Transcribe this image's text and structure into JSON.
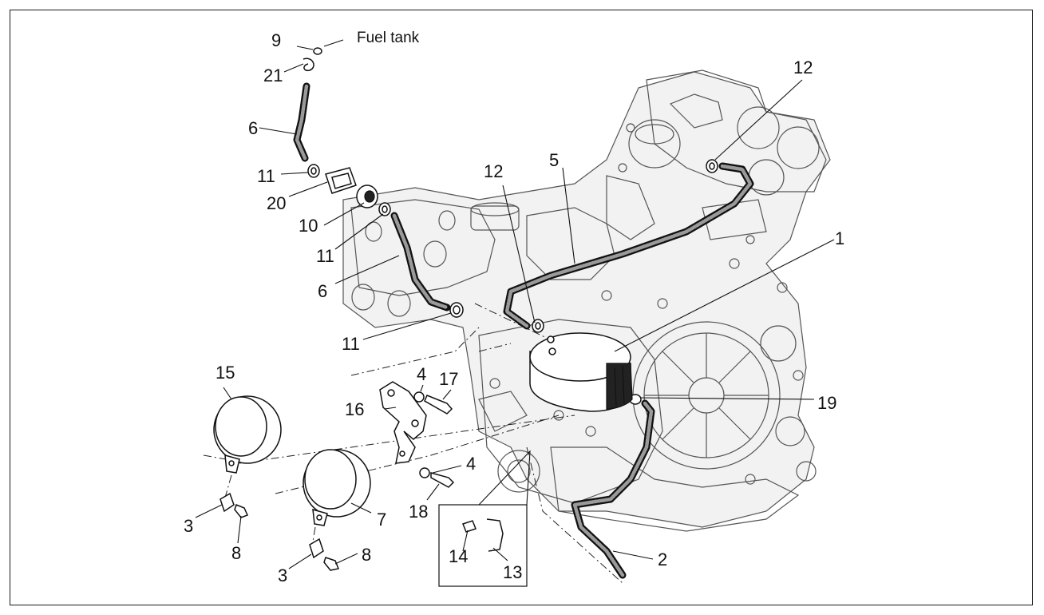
{
  "diagram": {
    "annotation": "Fuel tank",
    "callouts": {
      "c1": "1",
      "c2": "2",
      "c3a": "3",
      "c3b": "3",
      "c4a": "4",
      "c4b": "4",
      "c5": "5",
      "c6a": "6",
      "c6b": "6",
      "c7": "7",
      "c8a": "8",
      "c8b": "8",
      "c9": "9",
      "c10": "10",
      "c11a": "11",
      "c11b": "11",
      "c11c": "11",
      "c12a": "12",
      "c12b": "12",
      "c13": "13",
      "c14": "14",
      "c15": "15",
      "c16": "16",
      "c17": "17",
      "c18": "18",
      "c19": "19",
      "c20": "20",
      "c21": "21"
    }
  }
}
